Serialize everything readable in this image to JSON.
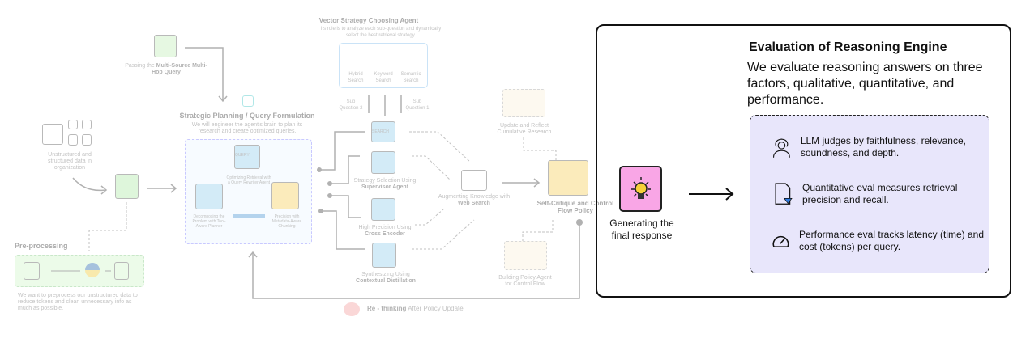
{
  "pipeline": {
    "query_label_pre": "Passing the ",
    "query_label_bold": "Multi-Source Multi-Hop Query",
    "data_label": "Unstructured and structured data in organization",
    "preprocessing": {
      "title": "Pre-processing",
      "desc": "We want to preprocess our unstructured data to reduce tokens and clean unnecessary info as much as possible."
    },
    "planning": {
      "title": "Strategic Planning / Query Formulation",
      "desc": "We will engineer the agent's brain to plan its research and create optimized queries.",
      "items": [
        "Optimizing Retrieval with a Query Rewriter Agent",
        "Decomposing the Problem with Tool-Aware Planner",
        "Precision with Metadata-Aware Chunking"
      ],
      "query_badge": "QUERY"
    },
    "vector_agent": {
      "title": "Vector Strategy Choosing Agent",
      "desc": "Its role is to analyze each sub-question and dynamically select the best retrieval strategy.",
      "options": [
        "Hybrid Search",
        "Keyword Search",
        "Semantic Search"
      ],
      "sub_q2": "Sub Question 2",
      "sub_q1": "Sub Question 1"
    },
    "search_badge": "SEARCH",
    "steps": [
      {
        "pre": "Strategy Selection Using",
        "bold": "Supervisor Agent"
      },
      {
        "pre": "High Precision Using",
        "bold": "Cross Encoder"
      },
      {
        "pre": "Synthesizing Using",
        "bold": "Contextual Distillation"
      }
    ],
    "web": {
      "pre": "Augmenting Knowledge with ",
      "bold": "Web Search"
    },
    "update": "Update and Reflect Cumulative Research",
    "policy": "Building Policy Agent for Control Flow",
    "critique": "Self-Critique and Control Flow Policy",
    "rethink_bold": "Re - thinking",
    "rethink_rest": " After Policy Update"
  },
  "evaluation": {
    "generate_label": "Generating the final response",
    "title": "Evaluation of Reasoning  Engine",
    "desc": "We evaluate reasoning answers on three factors, qualitative, quantitative, and performance.",
    "items": [
      {
        "icon": "judge-icon",
        "text": "LLM judges by faithfulness, relevance, soundness, and depth."
      },
      {
        "icon": "document-gem-icon",
        "text": "Quantitative eval measures retrieval precision and recall."
      },
      {
        "icon": "gauge-icon",
        "text": "Performance eval tracks latency (time) and cost (tokens) per query."
      }
    ],
    "colors": {
      "bulb_bg": "#f9a6e6",
      "eval_bg": "#e8e6fb"
    }
  }
}
